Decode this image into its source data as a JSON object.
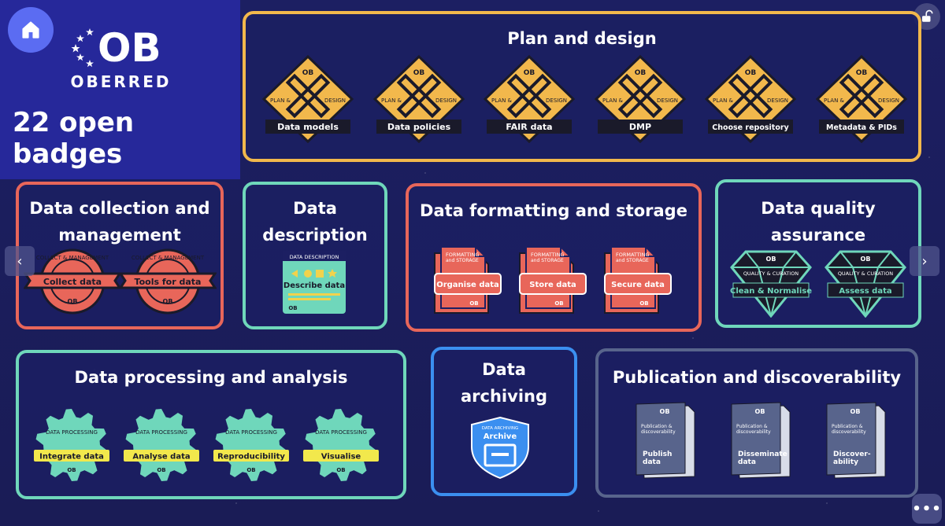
{
  "brand": {
    "logo_letters": "OB",
    "name": "OBERRED",
    "badge_count": "22 open badges"
  },
  "colors": {
    "yellow": "#f2b84c",
    "coral": "#e8665a",
    "teal": "#6fd7bb",
    "blue": "#3b8ff0",
    "slate": "#58648c",
    "accent": "#5b6cf2"
  },
  "icons": {
    "home": "home-icon",
    "lock": "unlock-icon",
    "prev": "chevron-left-icon",
    "next": "chevron-right-icon",
    "more": "more-horizontal-icon"
  },
  "controls": {
    "prev_arrow": "‹",
    "next_arrow": "›",
    "more_dots": "•••"
  },
  "sections": {
    "plan": {
      "title": "Plan and design",
      "badge_top_left": "PLAN &",
      "badge_top_right": "DESIGN",
      "badges": [
        "Data models",
        "Data policies",
        "FAIR data",
        "DMP",
        "Choose repository",
        "Metadata & PIDs"
      ]
    },
    "collection": {
      "title_line1": "Data collection and",
      "title_line2": "management",
      "badge_arc": "COLLECT & MANAGEMENT",
      "badges": [
        "Collect data",
        "Tools for data"
      ]
    },
    "description": {
      "title_line1": "Data",
      "title_line2": "description",
      "badge_header": "DATA DESCRIPTION",
      "badges": [
        "Describe data"
      ]
    },
    "formatting": {
      "title": "Data formatting and storage",
      "badge_tag_line1": "FORMATTING",
      "badge_tag_line2": "and STORAGE",
      "badges": [
        "Organise data",
        "Store data",
        "Secure data"
      ]
    },
    "quality": {
      "title_line1": "Data quality",
      "title_line2": "assurance",
      "badge_tag": "QUALITY & CURATION",
      "badges": [
        "Clean & Normalise",
        "Assess data"
      ]
    },
    "processing": {
      "title": "Data processing and analysis",
      "badge_tag_line1": "DATA PROCESSING",
      "badges": [
        "Integrate data",
        "Analyse data",
        "Reproducibility",
        "Visualise"
      ]
    },
    "archiving": {
      "title_line1": "Data",
      "title_line2": "archiving",
      "badge_tag": "DATA ARCHIVING",
      "badges": [
        "Archive"
      ]
    },
    "publication": {
      "title": "Publication and discoverability",
      "badge_tag_line1": "Publication &",
      "badge_tag_line2": "discoverability",
      "badges": [
        {
          "line1": "Publish",
          "line2": "data"
        },
        {
          "line1": "Disseminate",
          "line2": "data"
        },
        {
          "line1": "Discover-",
          "line2": "ability"
        }
      ]
    }
  }
}
